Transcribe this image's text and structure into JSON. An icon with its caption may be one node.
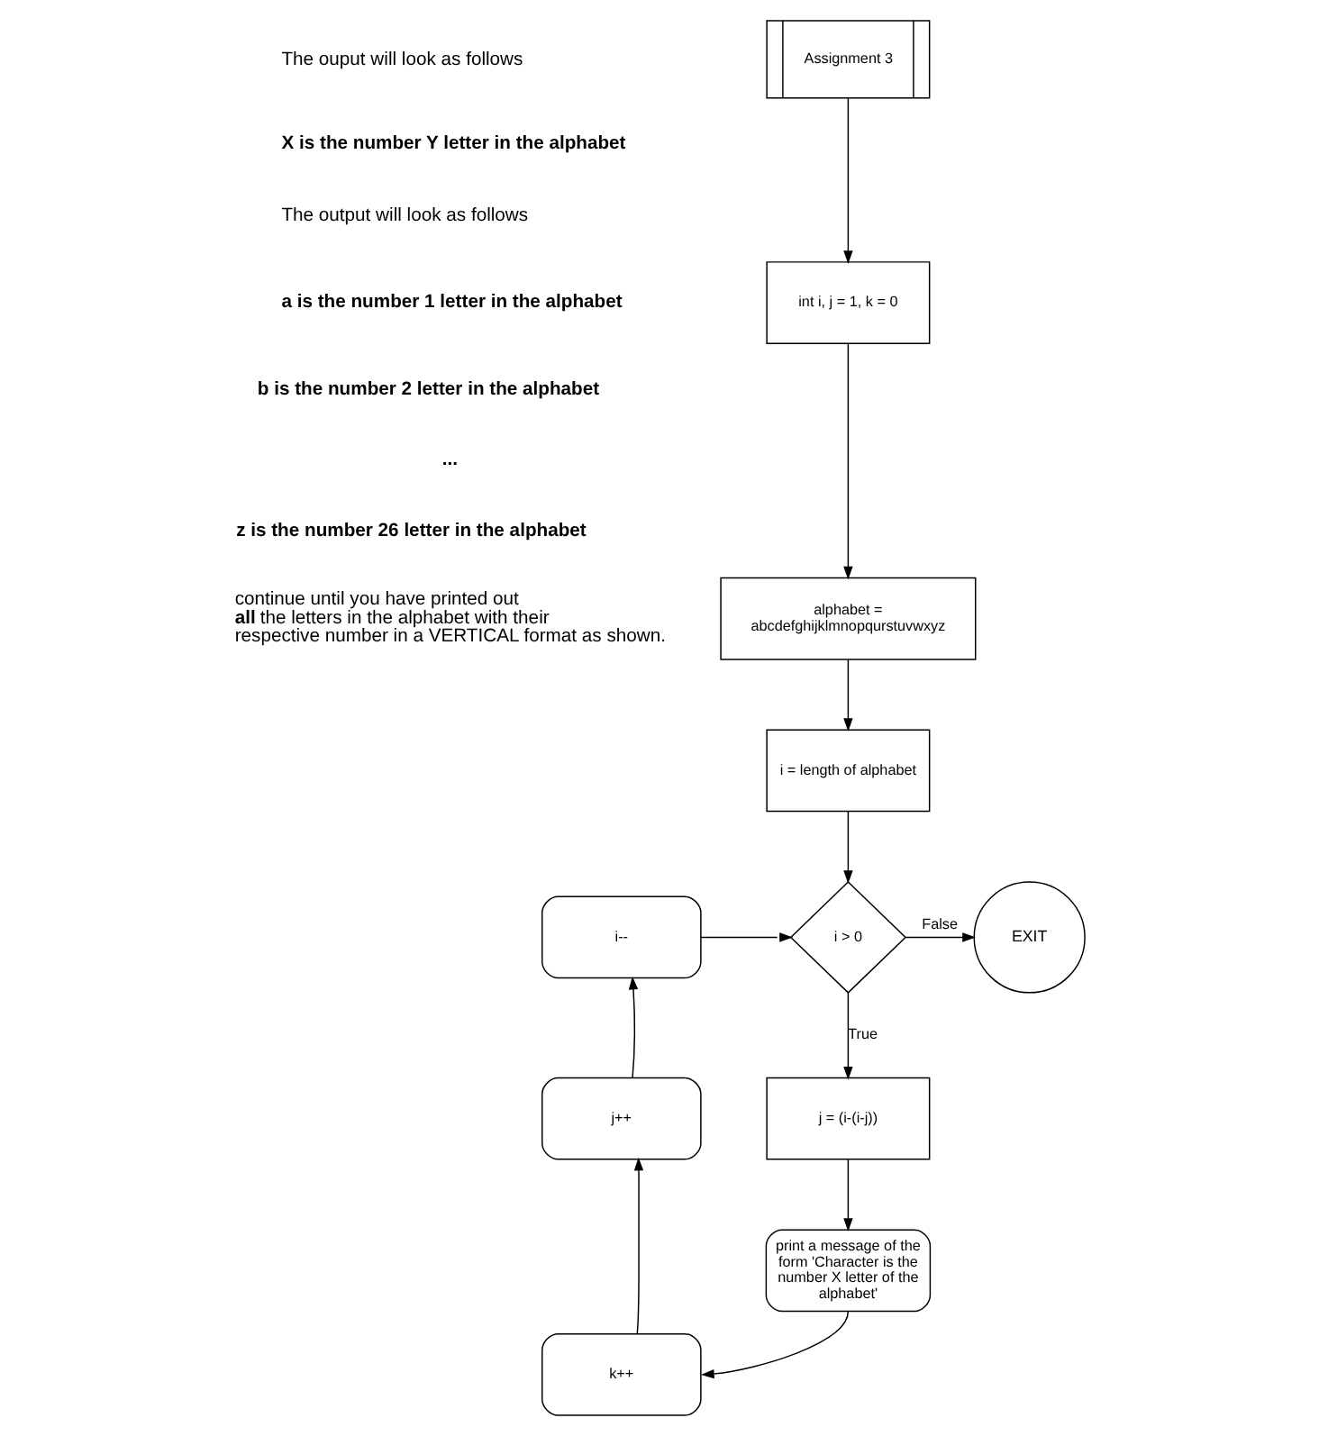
{
  "diagram": {
    "nodes": [
      {
        "text": [
          "Assignment 3"
        ]
      },
      {
        "text": [
          "int i, j = 1, k = 0"
        ]
      },
      {
        "text": [
          "alphabet = abcdefghijklmnopqurstuvwxyz"
        ]
      },
      {
        "text": [
          "i = length of alphabet"
        ]
      },
      {
        "text": [
          "i > 0"
        ]
      },
      {
        "text": [
          "EXIT"
        ]
      },
      {
        "text": [
          "j = (i-(i-j))"
        ]
      },
      {
        "text": [
          "print a message of the form 'Character is the number X letter of the alphabet'"
        ]
      },
      {
        "text": [
          "k++"
        ]
      },
      {
        "text": [
          "j++"
        ]
      },
      {
        "text": [
          "i--"
        ]
      }
    ],
    "edges": [
      {
        "from": 0,
        "to": 1,
        "arrow": "to"
      },
      {
        "from": 1,
        "to": 2,
        "arrow": "to"
      },
      {
        "from": 2,
        "to": 3,
        "arrow": "to"
      },
      {
        "from": 3,
        "to": 4,
        "arrow": "to"
      },
      {
        "from": 4,
        "to": 5,
        "arrow": "to",
        "label": "False"
      },
      {
        "from": 4,
        "to": 6,
        "arrow": "to",
        "label": "True"
      },
      {
        "from": 6,
        "to": 7,
        "arrow": "to"
      },
      {
        "from": 7,
        "to": 8,
        "arrow": "to"
      },
      {
        "from": 8,
        "to": 9,
        "arrow": "to"
      },
      {
        "from": 9,
        "to": 10,
        "arrow": "to"
      },
      {
        "from": 10,
        "to": 4,
        "arrow": "to"
      }
    ],
    "labels": [
      "The ouput will look as follows",
      "X is the number Y letter in the alphabet",
      "The output will look as follows",
      "a is the number 1 letter in the alphabet",
      "b is the number 2 letter in the alphabet",
      "...",
      "z is the number 26 letter in the alphabet",
      "continue until you have printed out **all** the letters in the alphabet with their respective number in a VERTICAL format as shown."
    ]
  }
}
